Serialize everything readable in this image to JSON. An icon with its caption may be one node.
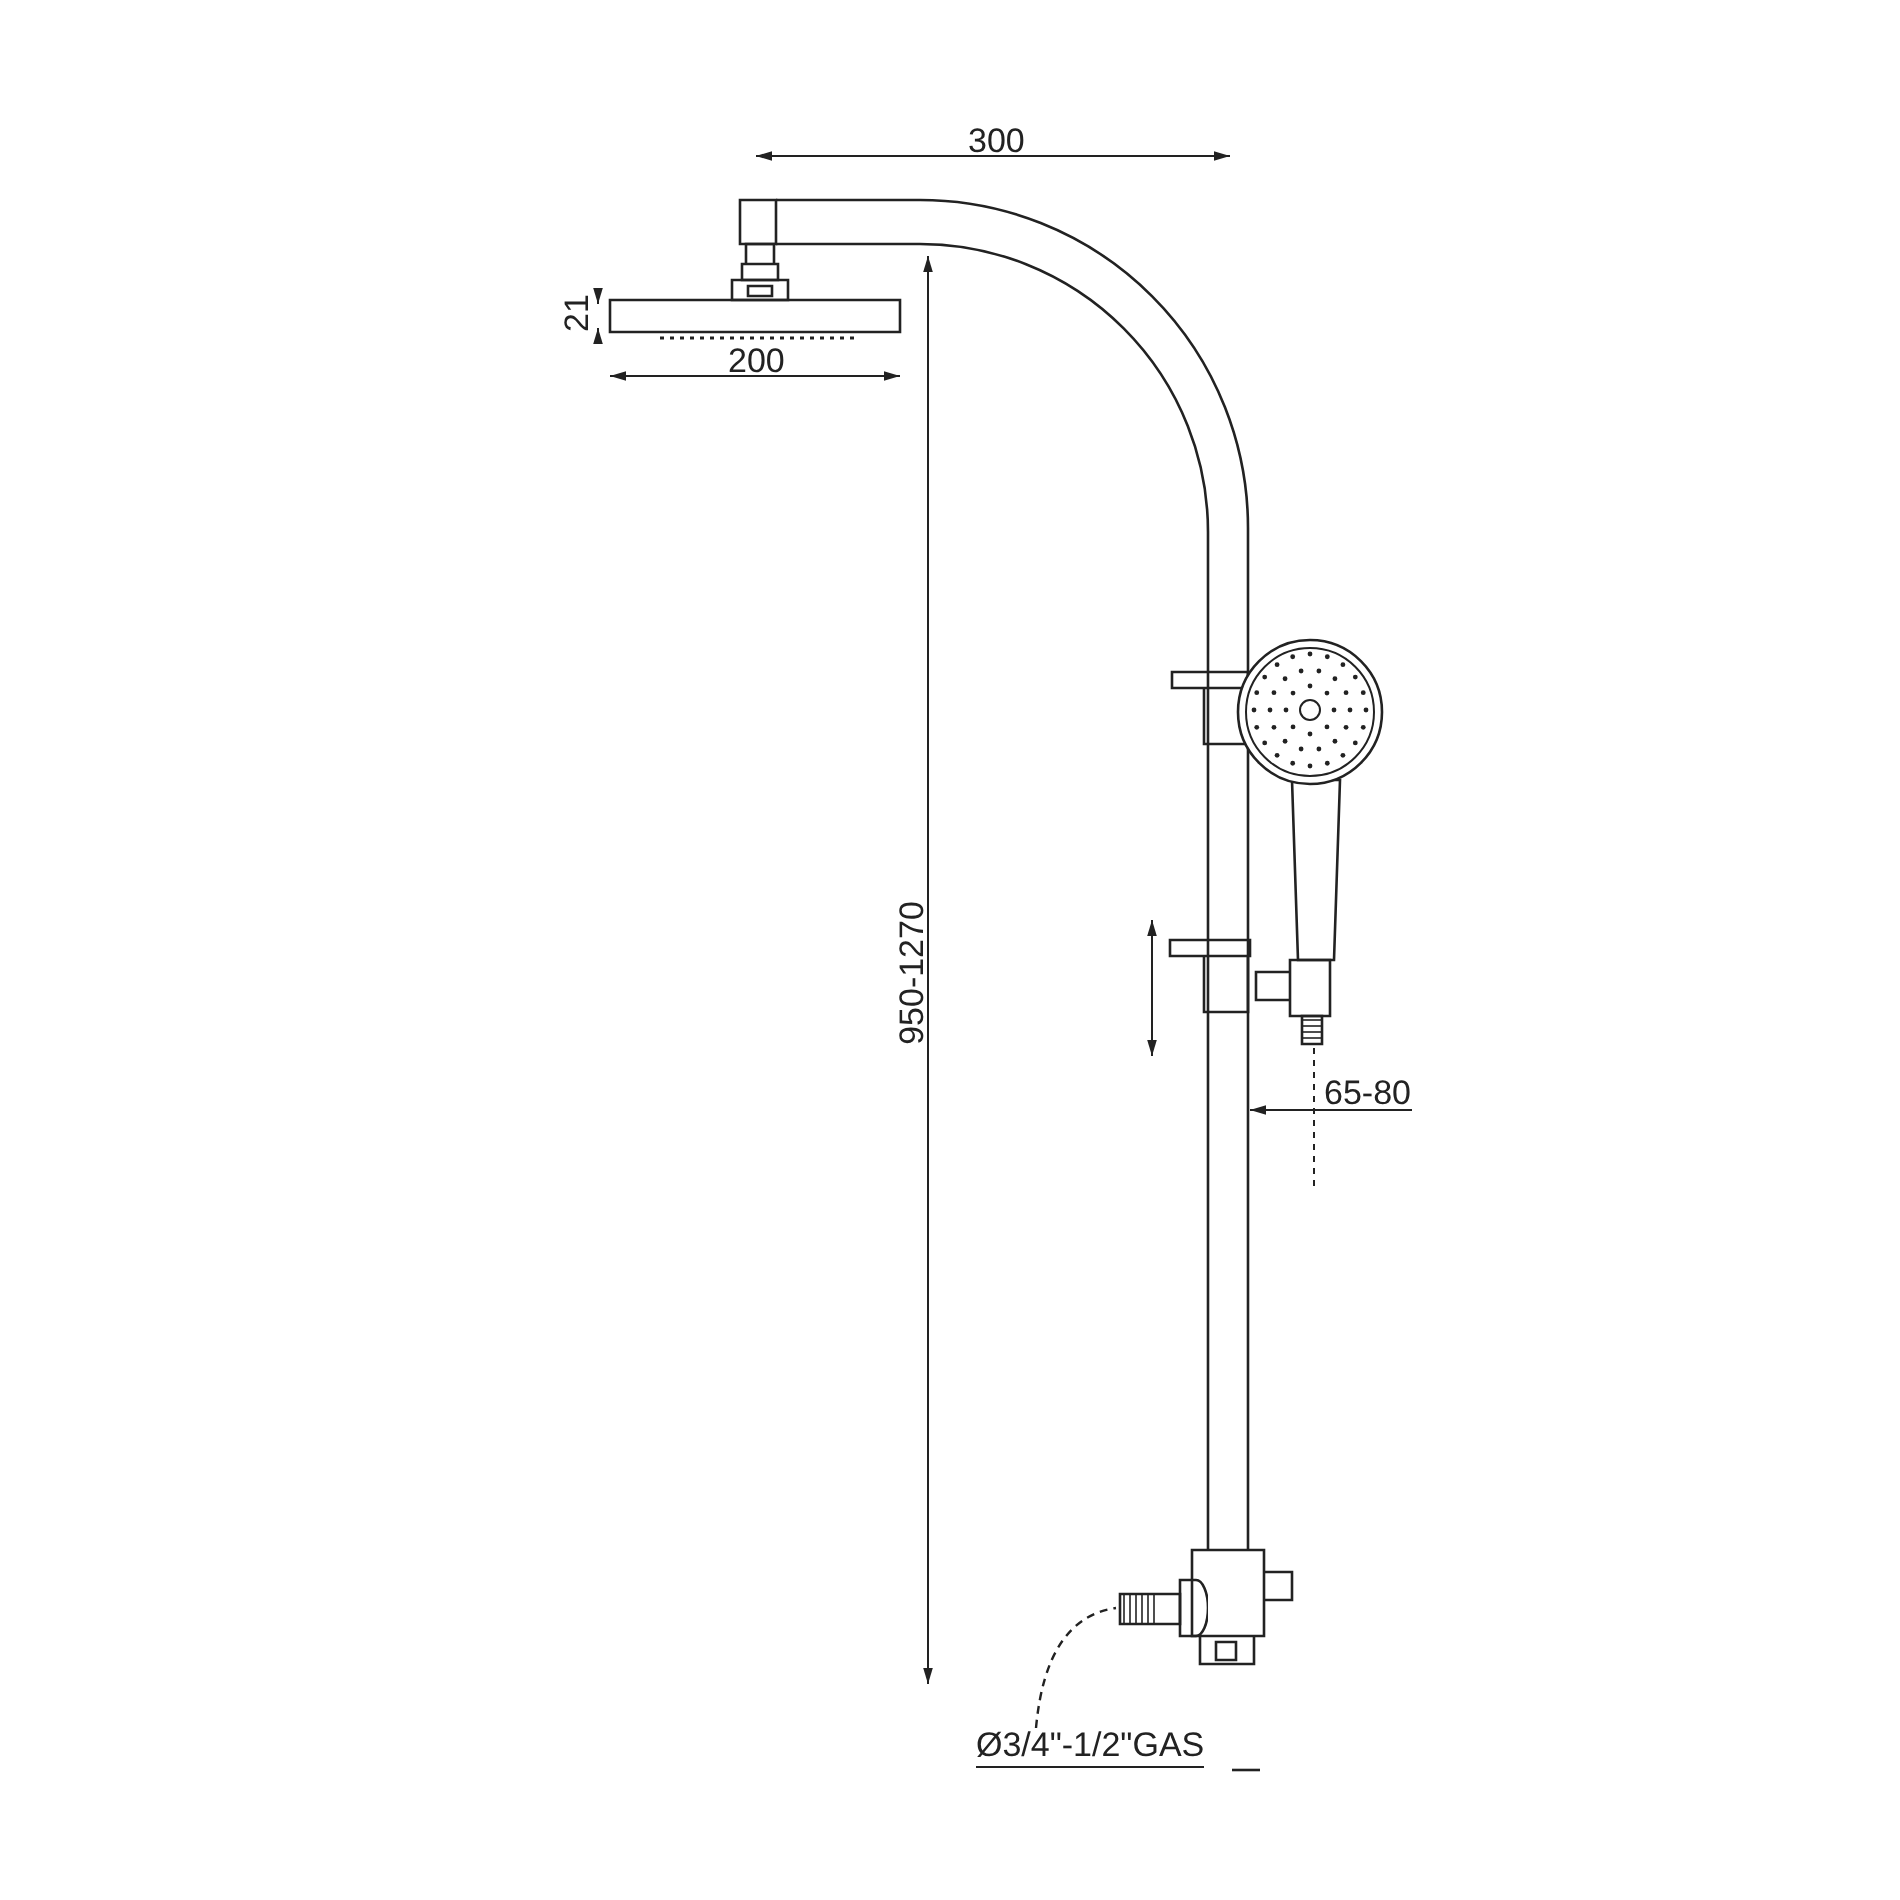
{
  "diagram": {
    "nodes": [
      {
        "text": [
          "Ø3/4\"-1/2\"GAS"
        ]
      },
      {
        "text": [],
        "shape": "picture"
      }
    ],
    "edges": [
      {
        "from": 0,
        "to": 1,
        "arrow": "none",
        "style": "dashed"
      }
    ],
    "labels": [
      "300",
      "21",
      "200",
      "950-1270",
      "65-80"
    ]
  }
}
